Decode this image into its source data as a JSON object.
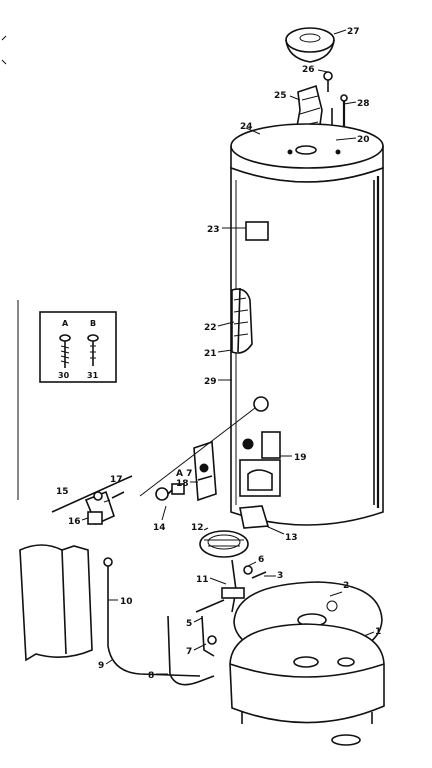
{
  "labels": {
    "p1": "1",
    "p2": "2",
    "p3": "3",
    "p5": "5",
    "p6": "6",
    "p7": "7",
    "p8": "8",
    "p9": "9",
    "p10": "10",
    "p11": "11",
    "p12": "12",
    "p13": "13",
    "p14": "14",
    "p15": "15",
    "p16": "16",
    "p17": "17",
    "p18": "18",
    "p19": "19",
    "p20": "20",
    "p21": "21",
    "p22": "22",
    "p23": "23",
    "p24": "24",
    "p25": "25",
    "p26": "26",
    "p27": "27",
    "p28": "28",
    "p29": "29",
    "p30": "30",
    "p31": "31",
    "a7": "A 7"
  },
  "inset": {
    "col_a": "A",
    "col_b": "B"
  }
}
